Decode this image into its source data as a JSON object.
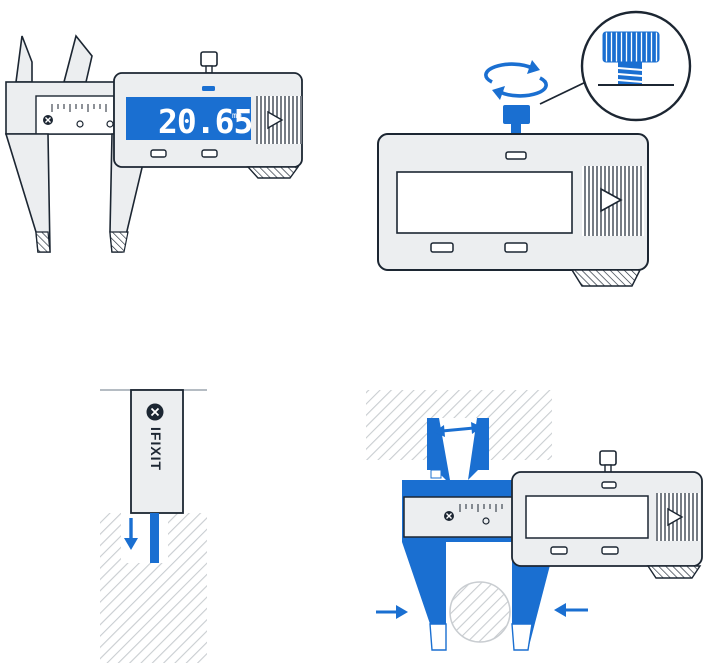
{
  "colors": {
    "accent": "#1a6fd1",
    "outline": "#1c2632",
    "body_fill": "#eceef0",
    "hatch": "#c8ccd0",
    "white": "#ffffff"
  },
  "panel1": {
    "display_reading": "20.65",
    "display_unit": "mm"
  },
  "panel3": {
    "brand_label": "IFIXIT"
  },
  "icons": {
    "rotate": "rotate-arrows-icon",
    "arrow_down": "arrow-down-icon",
    "arrow_double": "double-arrow-icon",
    "arrow_right": "arrow-right-icon",
    "arrow_left": "arrow-left-icon",
    "logo": "ifixit-logo-icon",
    "zoom": "knob-zoom-icon"
  }
}
